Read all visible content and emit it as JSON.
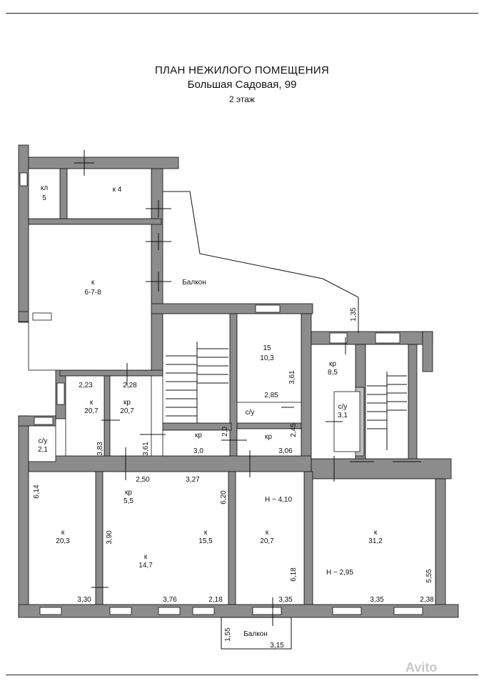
{
  "title": {
    "line1": "ПЛАН НЕЖИЛОГО ПОМЕЩЕНИЯ",
    "line2": "Большая Садовая, 99",
    "line3": "2 этаж"
  },
  "colors": {
    "wall": "#8c8c8c",
    "line": "#111111",
    "watermark": "#c8c8c8"
  },
  "rooms": {
    "kl": {
      "name": "кл",
      "area": "5"
    },
    "k4": {
      "name": "к 4"
    },
    "k678": {
      "name": "к",
      "area": "6-7-8"
    },
    "balcony_top": {
      "name": "Балкон"
    },
    "r15": {
      "name": "15",
      "area": "10,3"
    },
    "kr85": {
      "name": "кр",
      "area": "8,5"
    },
    "su31": {
      "name": "с/у",
      "area": "3,1"
    },
    "k207a": {
      "name": "к",
      "area": "20,7"
    },
    "kr207": {
      "name": "кр",
      "area": "20,7"
    },
    "su21": {
      "name": "с/у",
      "area": "2,1"
    },
    "kr30": {
      "name": "кр",
      "area": "3,0"
    },
    "su_mid": {
      "name": "с/у"
    },
    "kr_mid": {
      "name": "кр"
    },
    "k203": {
      "name": "к",
      "area": "20,3"
    },
    "kr55": {
      "name": "кр",
      "area": "5,5"
    },
    "k155": {
      "name": "к",
      "area": "15,5"
    },
    "k147": {
      "name": "к",
      "area": "14,7"
    },
    "k207b": {
      "name": "к",
      "area": "20,7"
    },
    "k312": {
      "name": "к",
      "area": "31,2"
    },
    "balcony_bottom": {
      "name": "Балкон"
    }
  },
  "dimensions": {
    "d135": "1,35",
    "d361a": "3,61",
    "d285": "2,85",
    "d223": "2,23",
    "d228": "2,28",
    "d383": "3,83",
    "d361b": "3,61",
    "d20": "2,0",
    "d245": "2,45",
    "d306": "3,06",
    "d250": "2,50",
    "d327": "3,27",
    "d614": "6,14",
    "d620": "6,20",
    "h410": "Н ~ 4,10",
    "d390": "3,90",
    "d618": "6,18",
    "h295": "Н ~ 2,95",
    "d555": "5,55",
    "d330": "3,30",
    "d376": "3,76",
    "d218": "2,18",
    "d335a": "3,35",
    "d335b": "3,35",
    "d238": "2,38",
    "d155": "1,55",
    "d315": "3,15"
  },
  "watermark": "Avito"
}
